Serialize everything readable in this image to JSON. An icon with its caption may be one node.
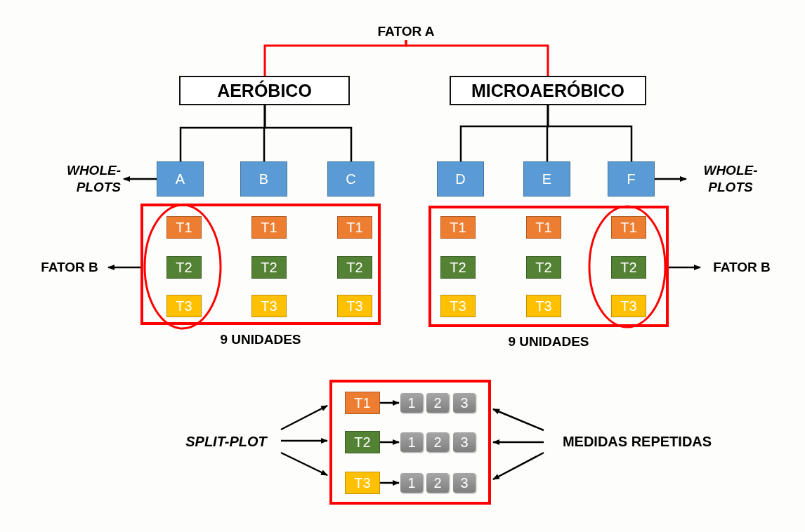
{
  "diagram": {
    "nodes": [
      {
        "text": [
          "FATOR A"
        ]
      },
      {
        "text": [
          "AERÓBICO"
        ]
      },
      {
        "text": [
          "MICROAERÓBICO"
        ]
      },
      {
        "text": [
          "WHOLE-PLOTS"
        ]
      },
      {
        "text": [
          "A"
        ]
      },
      {
        "text": [
          "B"
        ]
      },
      {
        "text": [
          "C"
        ]
      },
      {
        "text": [
          "D"
        ]
      },
      {
        "text": [
          "E"
        ]
      },
      {
        "text": [
          "F"
        ]
      },
      {
        "text": [
          "WHOLE-PLOTS"
        ]
      },
      {
        "text": [
          "FATOR B"
        ]
      },
      {
        "text": [],
        "shape": "box",
        "beside": [
          "9 UNIDADES"
        ]
      },
      {
        "text": [
          "T1"
        ],
        "in": 12
      },
      {
        "text": [
          "T1"
        ],
        "in": 12
      },
      {
        "text": [
          "T1"
        ],
        "in": 12
      },
      {
        "text": [
          "T2"
        ],
        "in": 12
      },
      {
        "text": [
          "T2"
        ],
        "in": 12
      },
      {
        "text": [
          "T2"
        ],
        "in": 12
      },
      {
        "text": [
          "T3"
        ],
        "in": 12
      },
      {
        "text": [
          "T3"
        ],
        "in": 12
      },
      {
        "text": [
          "T3"
        ],
        "in": 12
      },
      {
        "text": [],
        "shape": "box",
        "beside": [
          "9 UNIDADES"
        ]
      },
      {
        "text": [
          "T1"
        ],
        "in": 22
      },
      {
        "text": [
          "T1"
        ],
        "in": 22
      },
      {
        "text": [
          "T1"
        ],
        "in": 22
      },
      {
        "text": [
          "T2"
        ],
        "in": 22
      },
      {
        "text": [
          "T2"
        ],
        "in": 22
      },
      {
        "text": [
          "T2"
        ],
        "in": 22
      },
      {
        "text": [
          "T3"
        ],
        "in": 22
      },
      {
        "text": [
          "T3"
        ],
        "in": 22
      },
      {
        "text": [
          "T3"
        ],
        "in": 22
      },
      {
        "text": [
          "FATOR B"
        ]
      },
      {
        "text": [
          "SPLIT-PLOT"
        ]
      },
      {
        "text": [],
        "shape": "box"
      },
      {
        "text": [
          "T1"
        ],
        "in": 34
      },
      {
        "text": [
          "1"
        ],
        "in": 34
      },
      {
        "text": [
          "2"
        ],
        "in": 34
      },
      {
        "text": [
          "3"
        ],
        "in": 34
      },
      {
        "text": [
          "T2"
        ],
        "in": 34
      },
      {
        "text": [
          "1"
        ],
        "in": 34
      },
      {
        "text": [
          "2"
        ],
        "in": 34
      },
      {
        "text": [
          "3"
        ],
        "in": 34
      },
      {
        "text": [
          "T3"
        ],
        "in": 34
      },
      {
        "text": [
          "1"
        ],
        "in": 34
      },
      {
        "text": [
          "2"
        ],
        "in": 34
      },
      {
        "text": [
          "3"
        ],
        "in": 34
      },
      {
        "text": [
          "MEDIDAS REPETIDAS"
        ]
      }
    ],
    "edges": [
      {
        "from": 0,
        "to": 1,
        "arrow": "none",
        "color": "#ff0000"
      },
      {
        "from": 0,
        "to": 2,
        "arrow": "none",
        "color": "#ff0000"
      },
      {
        "from": 1,
        "to": 4,
        "arrow": "none"
      },
      {
        "from": 1,
        "to": 5,
        "arrow": "none"
      },
      {
        "from": 1,
        "to": 6,
        "arrow": "none"
      },
      {
        "from": 2,
        "to": 7,
        "arrow": "none"
      },
      {
        "from": 2,
        "to": 8,
        "arrow": "none"
      },
      {
        "from": 2,
        "to": 9,
        "arrow": "none"
      },
      {
        "from": 4,
        "to": 3,
        "arrow": "to"
      },
      {
        "from": 9,
        "to": 10,
        "arrow": "to"
      },
      {
        "from": 12,
        "to": 11,
        "arrow": "to"
      },
      {
        "from": 22,
        "to": 32,
        "arrow": "to"
      },
      {
        "from": 33,
        "to": 34,
        "arrow": "to"
      },
      {
        "from": 33,
        "to": 34,
        "arrow": "to"
      },
      {
        "from": 33,
        "to": 34,
        "arrow": "to"
      },
      {
        "from": 35,
        "to": 36,
        "arrow": "to"
      },
      {
        "from": 39,
        "to": 40,
        "arrow": "to"
      },
      {
        "from": 43,
        "to": 44,
        "arrow": "to"
      },
      {
        "from": 47,
        "to": 34,
        "arrow": "to"
      },
      {
        "from": 47,
        "to": 34,
        "arrow": "to"
      },
      {
        "from": 47,
        "to": 34,
        "arrow": "to"
      }
    ]
  }
}
